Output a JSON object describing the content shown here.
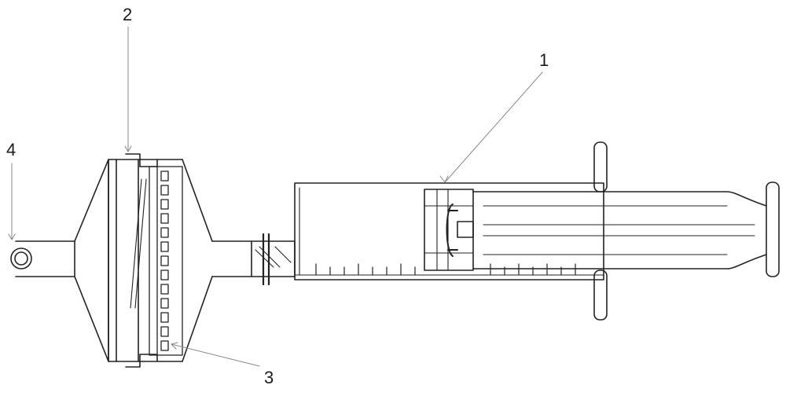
{
  "figure": {
    "labels": {
      "plunger": "1",
      "filter_housing": "2",
      "filter_membrane": "3",
      "inlet_port": "4"
    },
    "colors": {
      "stroke": "#222222",
      "background": "#ffffff"
    }
  }
}
